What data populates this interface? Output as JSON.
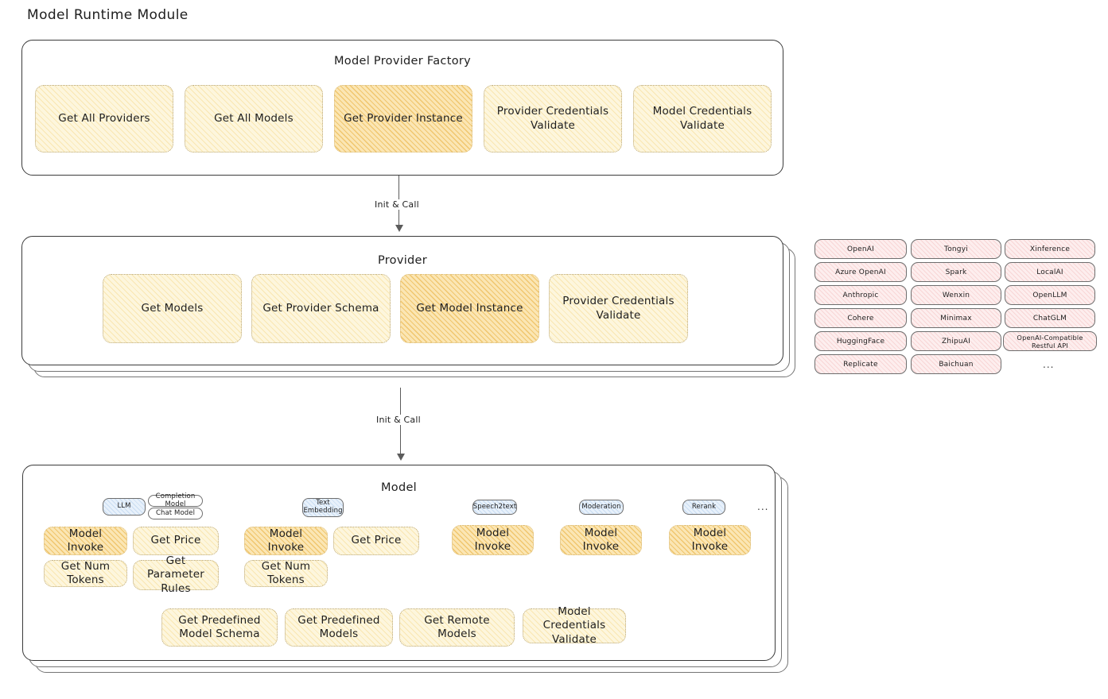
{
  "page": {
    "title": "Model Runtime Module"
  },
  "factory": {
    "title": "Model Provider Factory",
    "ops": [
      {
        "label": "Get All Providers",
        "highlighted": false
      },
      {
        "label": "Get All Models",
        "highlighted": false
      },
      {
        "label": "Get Provider Instance",
        "highlighted": true
      },
      {
        "label": "Provider Credentials Validate",
        "highlighted": false
      },
      {
        "label": "Model Credentials Validate",
        "highlighted": false
      }
    ]
  },
  "arrows": [
    {
      "label": "Init & Call"
    },
    {
      "label": "Init & Call"
    }
  ],
  "provider": {
    "title": "Provider",
    "stack_layers": 2,
    "ops": [
      {
        "label": "Get Models",
        "highlighted": false
      },
      {
        "label": "Get Provider Schema",
        "highlighted": false
      },
      {
        "label": "Get Model Instance",
        "highlighted": true
      },
      {
        "label": "Provider Credentials Validate",
        "highlighted": false
      }
    ]
  },
  "provider_list": {
    "columns": [
      {
        "items": [
          "OpenAI",
          "Azure OpenAI",
          "Anthropic",
          "Cohere",
          "HuggingFace",
          "Replicate"
        ]
      },
      {
        "items": [
          "Tongyi",
          "Spark",
          "Wenxin",
          "Minimax",
          "ZhipuAI",
          "Baichuan"
        ]
      },
      {
        "items": [
          "Xinference",
          "LocalAI",
          "OpenLLM",
          "ChatGLM",
          "OpenAI-Compatible Restful API"
        ]
      }
    ],
    "more_indicator": "..."
  },
  "model": {
    "title": "Model",
    "stack_layers": 2,
    "more_indicator": "...",
    "types": [
      {
        "name": "LLM",
        "sub_types": [
          "Completion Model",
          "Chat Model"
        ],
        "ops": [
          {
            "label": "Model Invoke",
            "highlighted": true
          },
          {
            "label": "Get Price",
            "highlighted": false
          },
          {
            "label": "Get Num Tokens",
            "highlighted": false
          },
          {
            "label": "Get Parameter Rules",
            "highlighted": false
          }
        ]
      },
      {
        "name": "Text Embedding",
        "sub_types": [],
        "ops": [
          {
            "label": "Model Invoke",
            "highlighted": true
          },
          {
            "label": "Get Price",
            "highlighted": false
          },
          {
            "label": "Get Num Tokens",
            "highlighted": false
          }
        ]
      },
      {
        "name": "Speech2text",
        "sub_types": [],
        "ops": [
          {
            "label": "Model Invoke",
            "highlighted": true
          }
        ]
      },
      {
        "name": "Moderation",
        "sub_types": [],
        "ops": [
          {
            "label": "Model Invoke",
            "highlighted": true
          }
        ]
      },
      {
        "name": "Rerank",
        "sub_types": [],
        "ops": [
          {
            "label": "Model Invoke",
            "highlighted": true
          }
        ]
      }
    ],
    "common_ops": [
      {
        "label": "Get Predefined Model Schema"
      },
      {
        "label": "Get Predefined Models"
      },
      {
        "label": "Get Remote Models"
      },
      {
        "label": "Model Credentials Validate"
      }
    ]
  },
  "colors": {
    "op_fill": "#fdf6dd",
    "op_fill_highlight": "#fbe6b4",
    "provider_pill_fill": "#fdeeee",
    "type_pill_fill": "#e8f1fb",
    "stroke": "#1e1e1e"
  }
}
